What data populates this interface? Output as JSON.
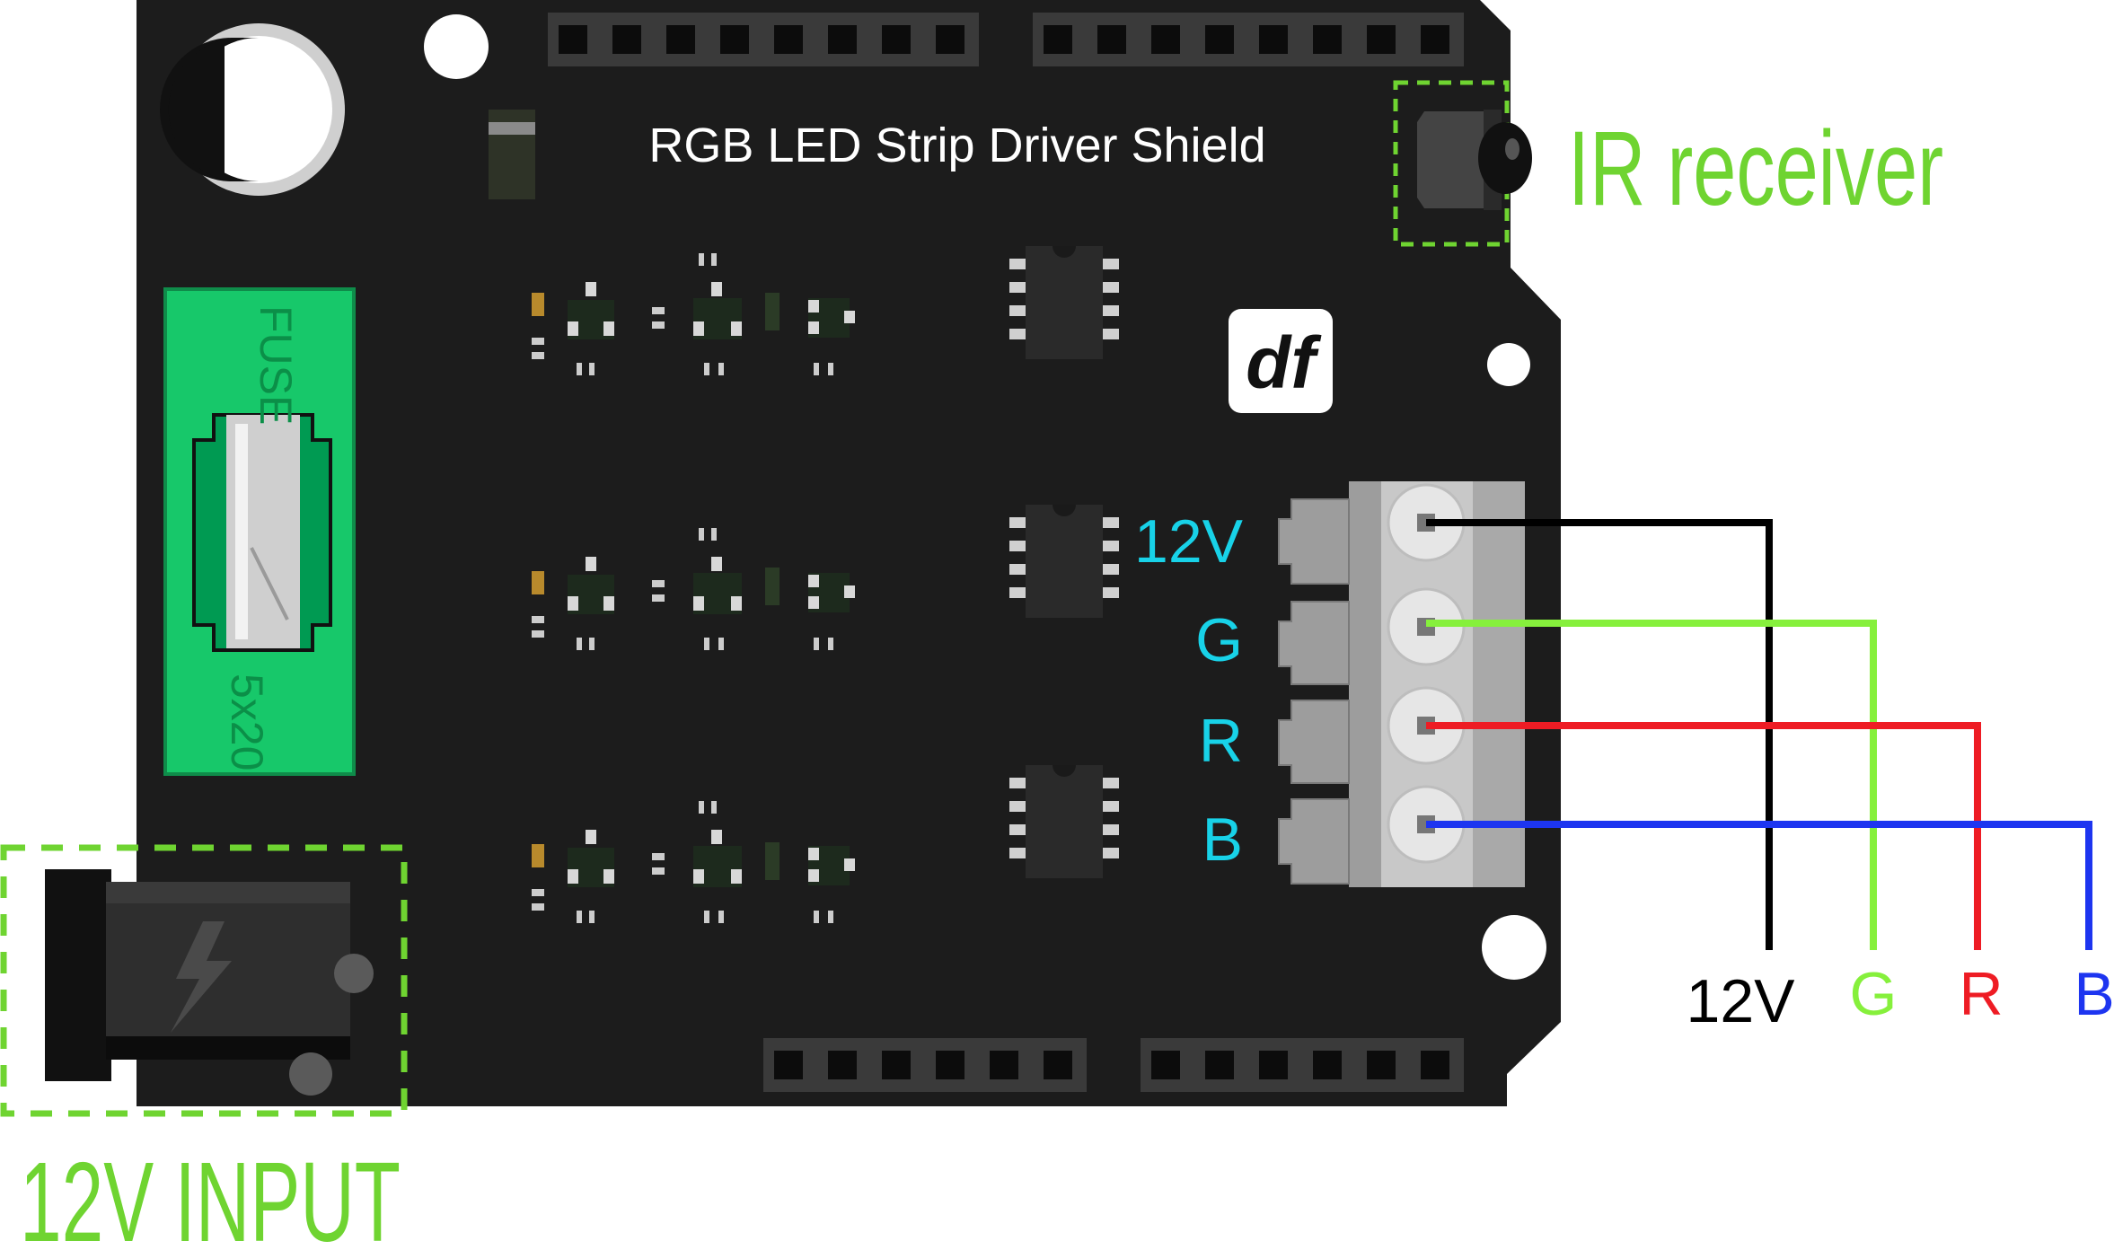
{
  "board": {
    "title": "RGB LED Strip Driver Shield",
    "fuse_label": "FUSE",
    "fuse_rating": "5x20",
    "logo_glyph": "df",
    "colors": {
      "pcb": "#1c1c1c",
      "fuse_holder": "#17c86a",
      "terminal_block": "#c8c8c8"
    }
  },
  "terminal_labels": [
    {
      "text": "12V",
      "color": "#18d2e8"
    },
    {
      "text": "G",
      "color": "#18d2e8"
    },
    {
      "text": "R",
      "color": "#18d2e8"
    },
    {
      "text": "B",
      "color": "#18d2e8"
    }
  ],
  "wires": [
    {
      "label": "12V",
      "color": "#000000"
    },
    {
      "label": "G",
      "color": "#86f03c"
    },
    {
      "label": "R",
      "color": "#ee1c24"
    },
    {
      "label": "B",
      "color": "#1d35f0"
    }
  ],
  "callouts": {
    "ir_receiver": "IR receiver",
    "power_input": "12V INPUT",
    "color": "#6fd431"
  },
  "icons": {
    "power_jack": "lightning-bolt-icon",
    "logo": "dfrobot-logo-icon"
  }
}
